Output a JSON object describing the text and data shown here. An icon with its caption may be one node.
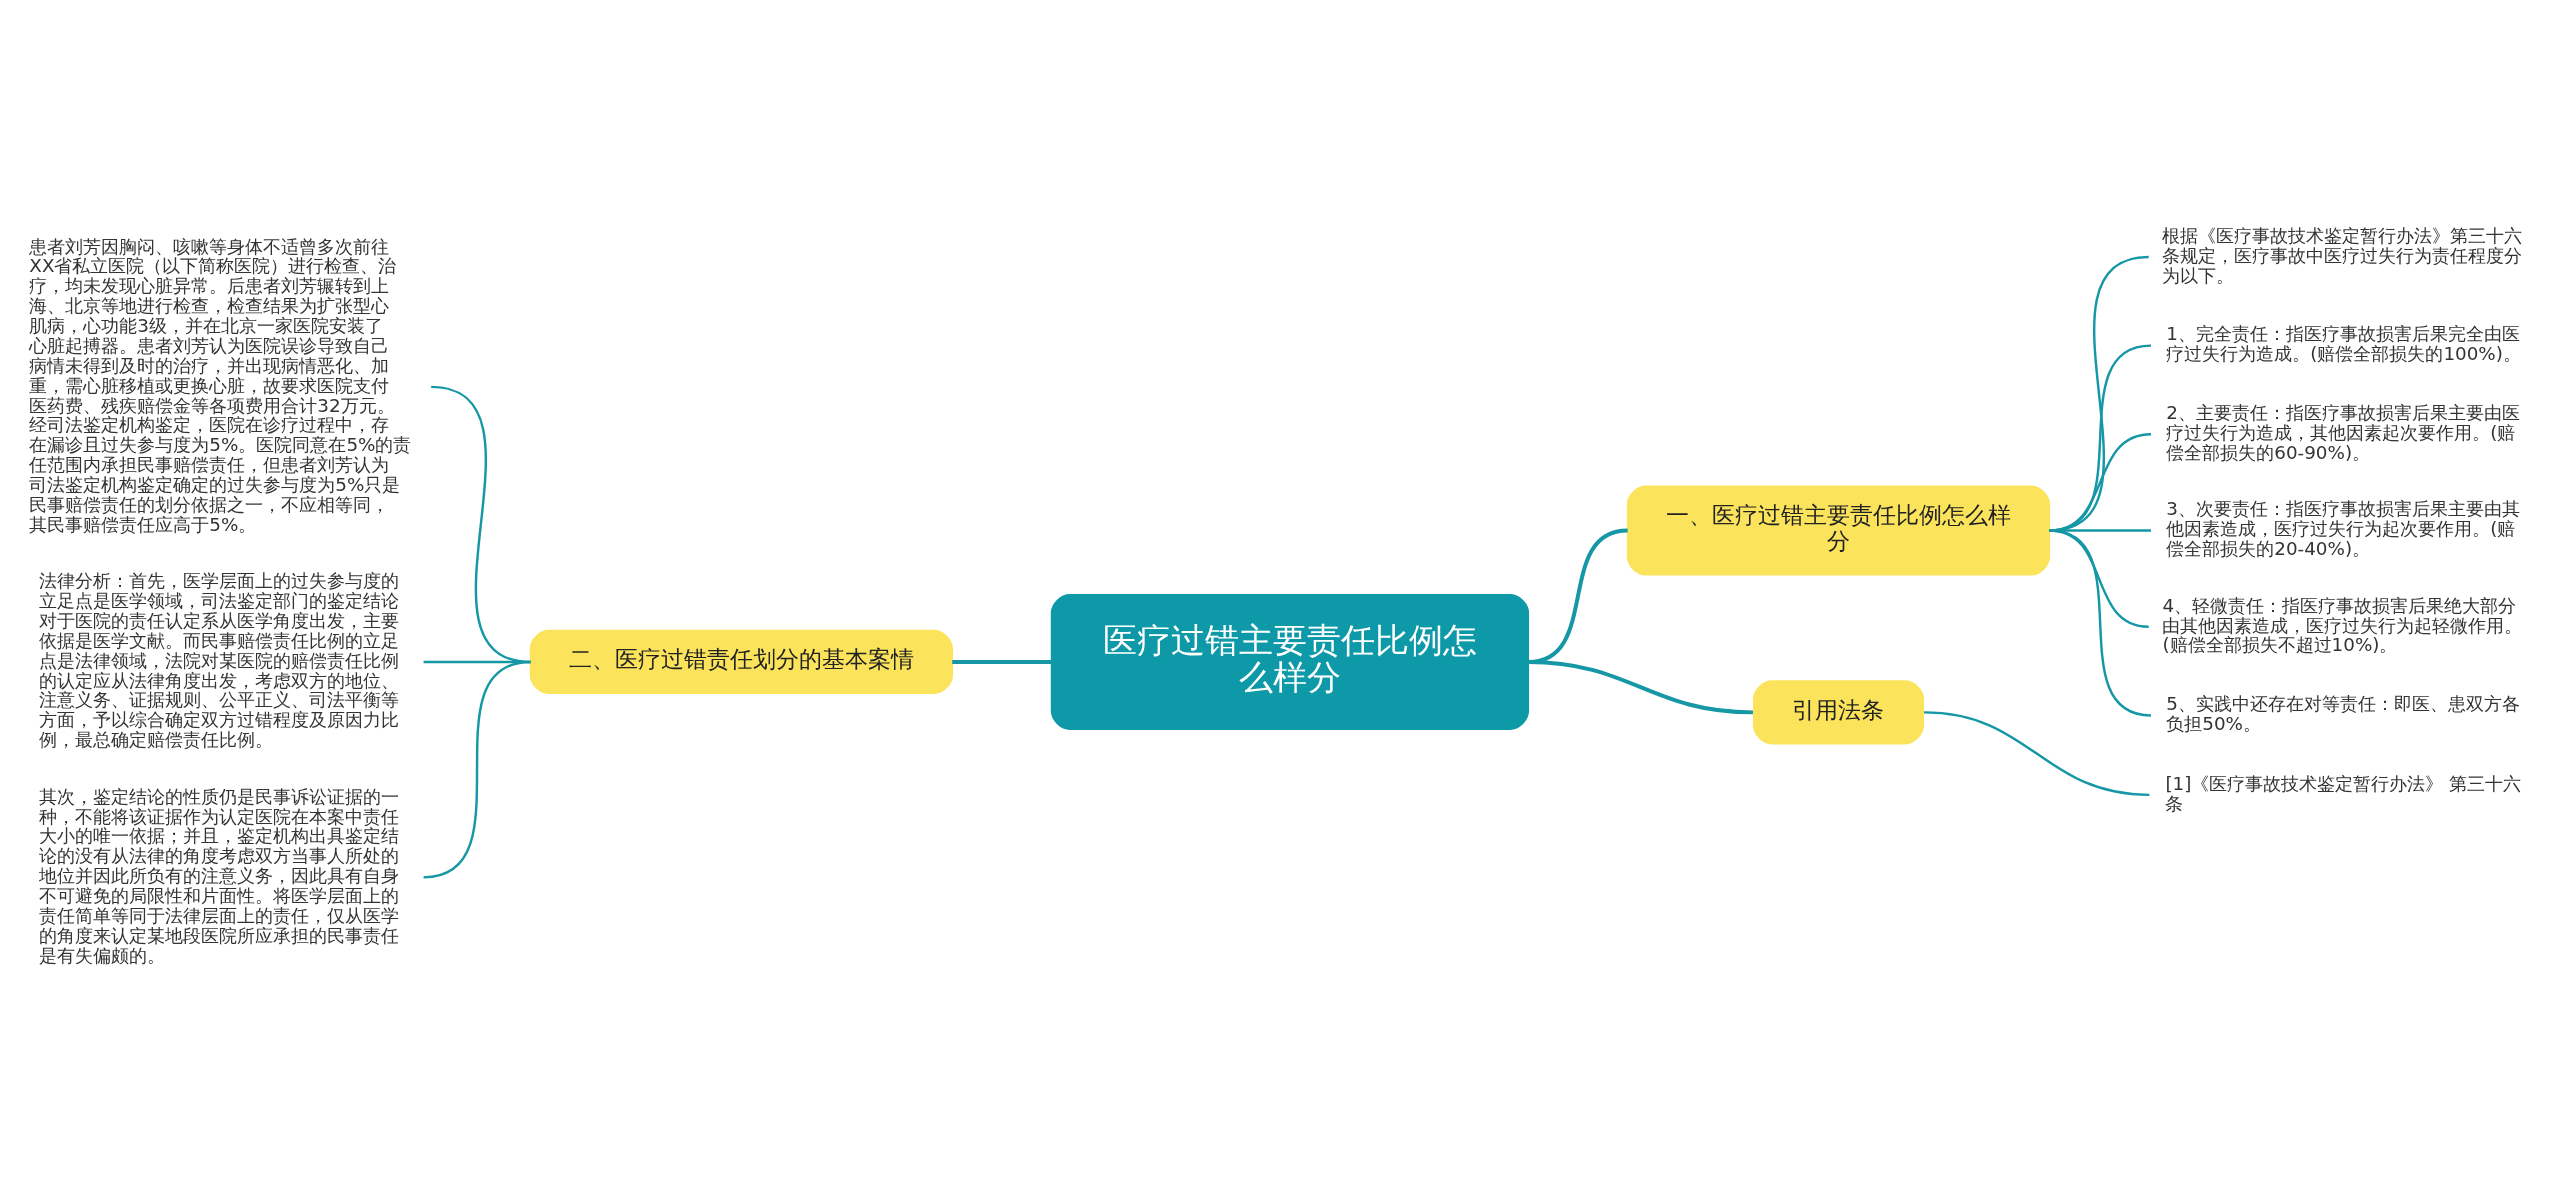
{
  "diagram": {
    "nodes": [
      {
        "text": [
          "医疗过错主要责任比例怎么样分"
        ]
      },
      {
        "text": [
          "一、医疗过错主要责任比例怎么样分"
        ]
      },
      {
        "text": [
          "根据《医疗事故技术鉴定暂行办法》第三十六条规定，医疗事故中医疗过失行为责任程度分为以下。"
        ]
      },
      {
        "text": [
          "1、完全责任：指医疗事故损害后果完全由医疗过失行为造成。(赔偿全部损失的100%)。"
        ]
      },
      {
        "text": [
          "2、主要责任：指医疗事故损害后果主要由医疗过失行为造成，其他因素起次要作用。(赔偿全部损失的60-90%)。"
        ]
      },
      {
        "text": [
          "3、次要责任：指医疗事故损害后果主要由其他因素造成，医疗过失行为起次要作用。(赔偿全部损失的20-40%)。"
        ]
      },
      {
        "text": [
          "4、轻微责任：指医疗事故损害后果绝大部分由其他因素造成，医疗过失行为起轻微作用。(赔偿全部损失不超过10%)。"
        ]
      },
      {
        "text": [
          "5、实践中还存在对等责任：即医、患双方各负担50%。"
        ]
      },
      {
        "text": [
          "引用法条"
        ]
      },
      {
        "text": [
          "[1]《医疗事故技术鉴定暂行办法》 第三十六条"
        ]
      },
      {
        "text": [
          "二、医疗过错责任划分的基本案情"
        ]
      },
      {
        "text": [
          "患者刘芳因胸闷、咳嗽等身体不适曾多次前往XX省私立医院（以下简称医院）进行检查、治疗，均未发现心脏异常。后患者刘芳辗转到上海、北京等地进行检查，检查结果为扩张型心肌病，心功能3级，并在北京一家医院安装了心脏起搏器。患者刘芳认为医院误诊导致自己病情未得到及时的治疗，并出现病情恶化、加重，需心脏移植或更换心脏，故要求医院支付医药费、残疾赔偿金等各项费用合计32万元。经司法鉴定机构鉴定，医院在诊疗过程中，存在漏诊且过失参与度为5%。医院同意在5%的责任范围内承担民事赔偿责任，但患者刘芳认为司法鉴定机构鉴定确定的过失参与度为5%只是民事赔偿责任的划分依据之一，不应相等同，其民事赔偿责任应高于5%。"
        ]
      },
      {
        "text": [
          "法律分析：首先，医学层面上的过失参与度的立足点是医学领域，司法鉴定部门的鉴定结论对于医院的责任认定系从医学角度出发，主要依据是医学文献。而民事赔偿责任比例的立足点是法律领域，法院对某医院的赔偿责任比例的认定应从法律角度出发，考虑双方的地位、注意义务、证据规则、公平正义、司法平衡等方面，予以综合确定双方过错程度及原因力比例，最总确定赔偿责任比例。"
        ]
      },
      {
        "text": [
          "其次，鉴定结论的性质仍是民事诉讼证据的一种，不能将该证据作为认定医院在本案中责任大小的唯一依据；并且，鉴定机构出具鉴定结论的没有从法律的角度考虑双方当事人所处的地位并因此所负有的注意义务，因此具有自身不可避免的局限性和片面性。将医学层面上的责任简单等同于法律层面上的责任，仅从医学的角度来认定某地段医院所应承担的民事责任是有失偏颇的。"
        ]
      }
    ],
    "edges": [
      {
        "from": 0,
        "to": 1,
        "arrow": "none"
      },
      {
        "from": 1,
        "to": 2,
        "arrow": "none"
      },
      {
        "from": 1,
        "to": 3,
        "arrow": "none"
      },
      {
        "from": 1,
        "to": 4,
        "arrow": "none"
      },
      {
        "from": 1,
        "to": 5,
        "arrow": "none"
      },
      {
        "from": 1,
        "to": 6,
        "arrow": "none"
      },
      {
        "from": 1,
        "to": 7,
        "arrow": "none"
      },
      {
        "from": 0,
        "to": 8,
        "arrow": "none"
      },
      {
        "from": 8,
        "to": 9,
        "arrow": "none"
      },
      {
        "from": 0,
        "to": 10,
        "arrow": "none"
      },
      {
        "from": 10,
        "to": 11,
        "arrow": "none"
      },
      {
        "from": 10,
        "to": 12,
        "arrow": "none"
      },
      {
        "from": 10,
        "to": 13,
        "arrow": "none"
      }
    ]
  }
}
